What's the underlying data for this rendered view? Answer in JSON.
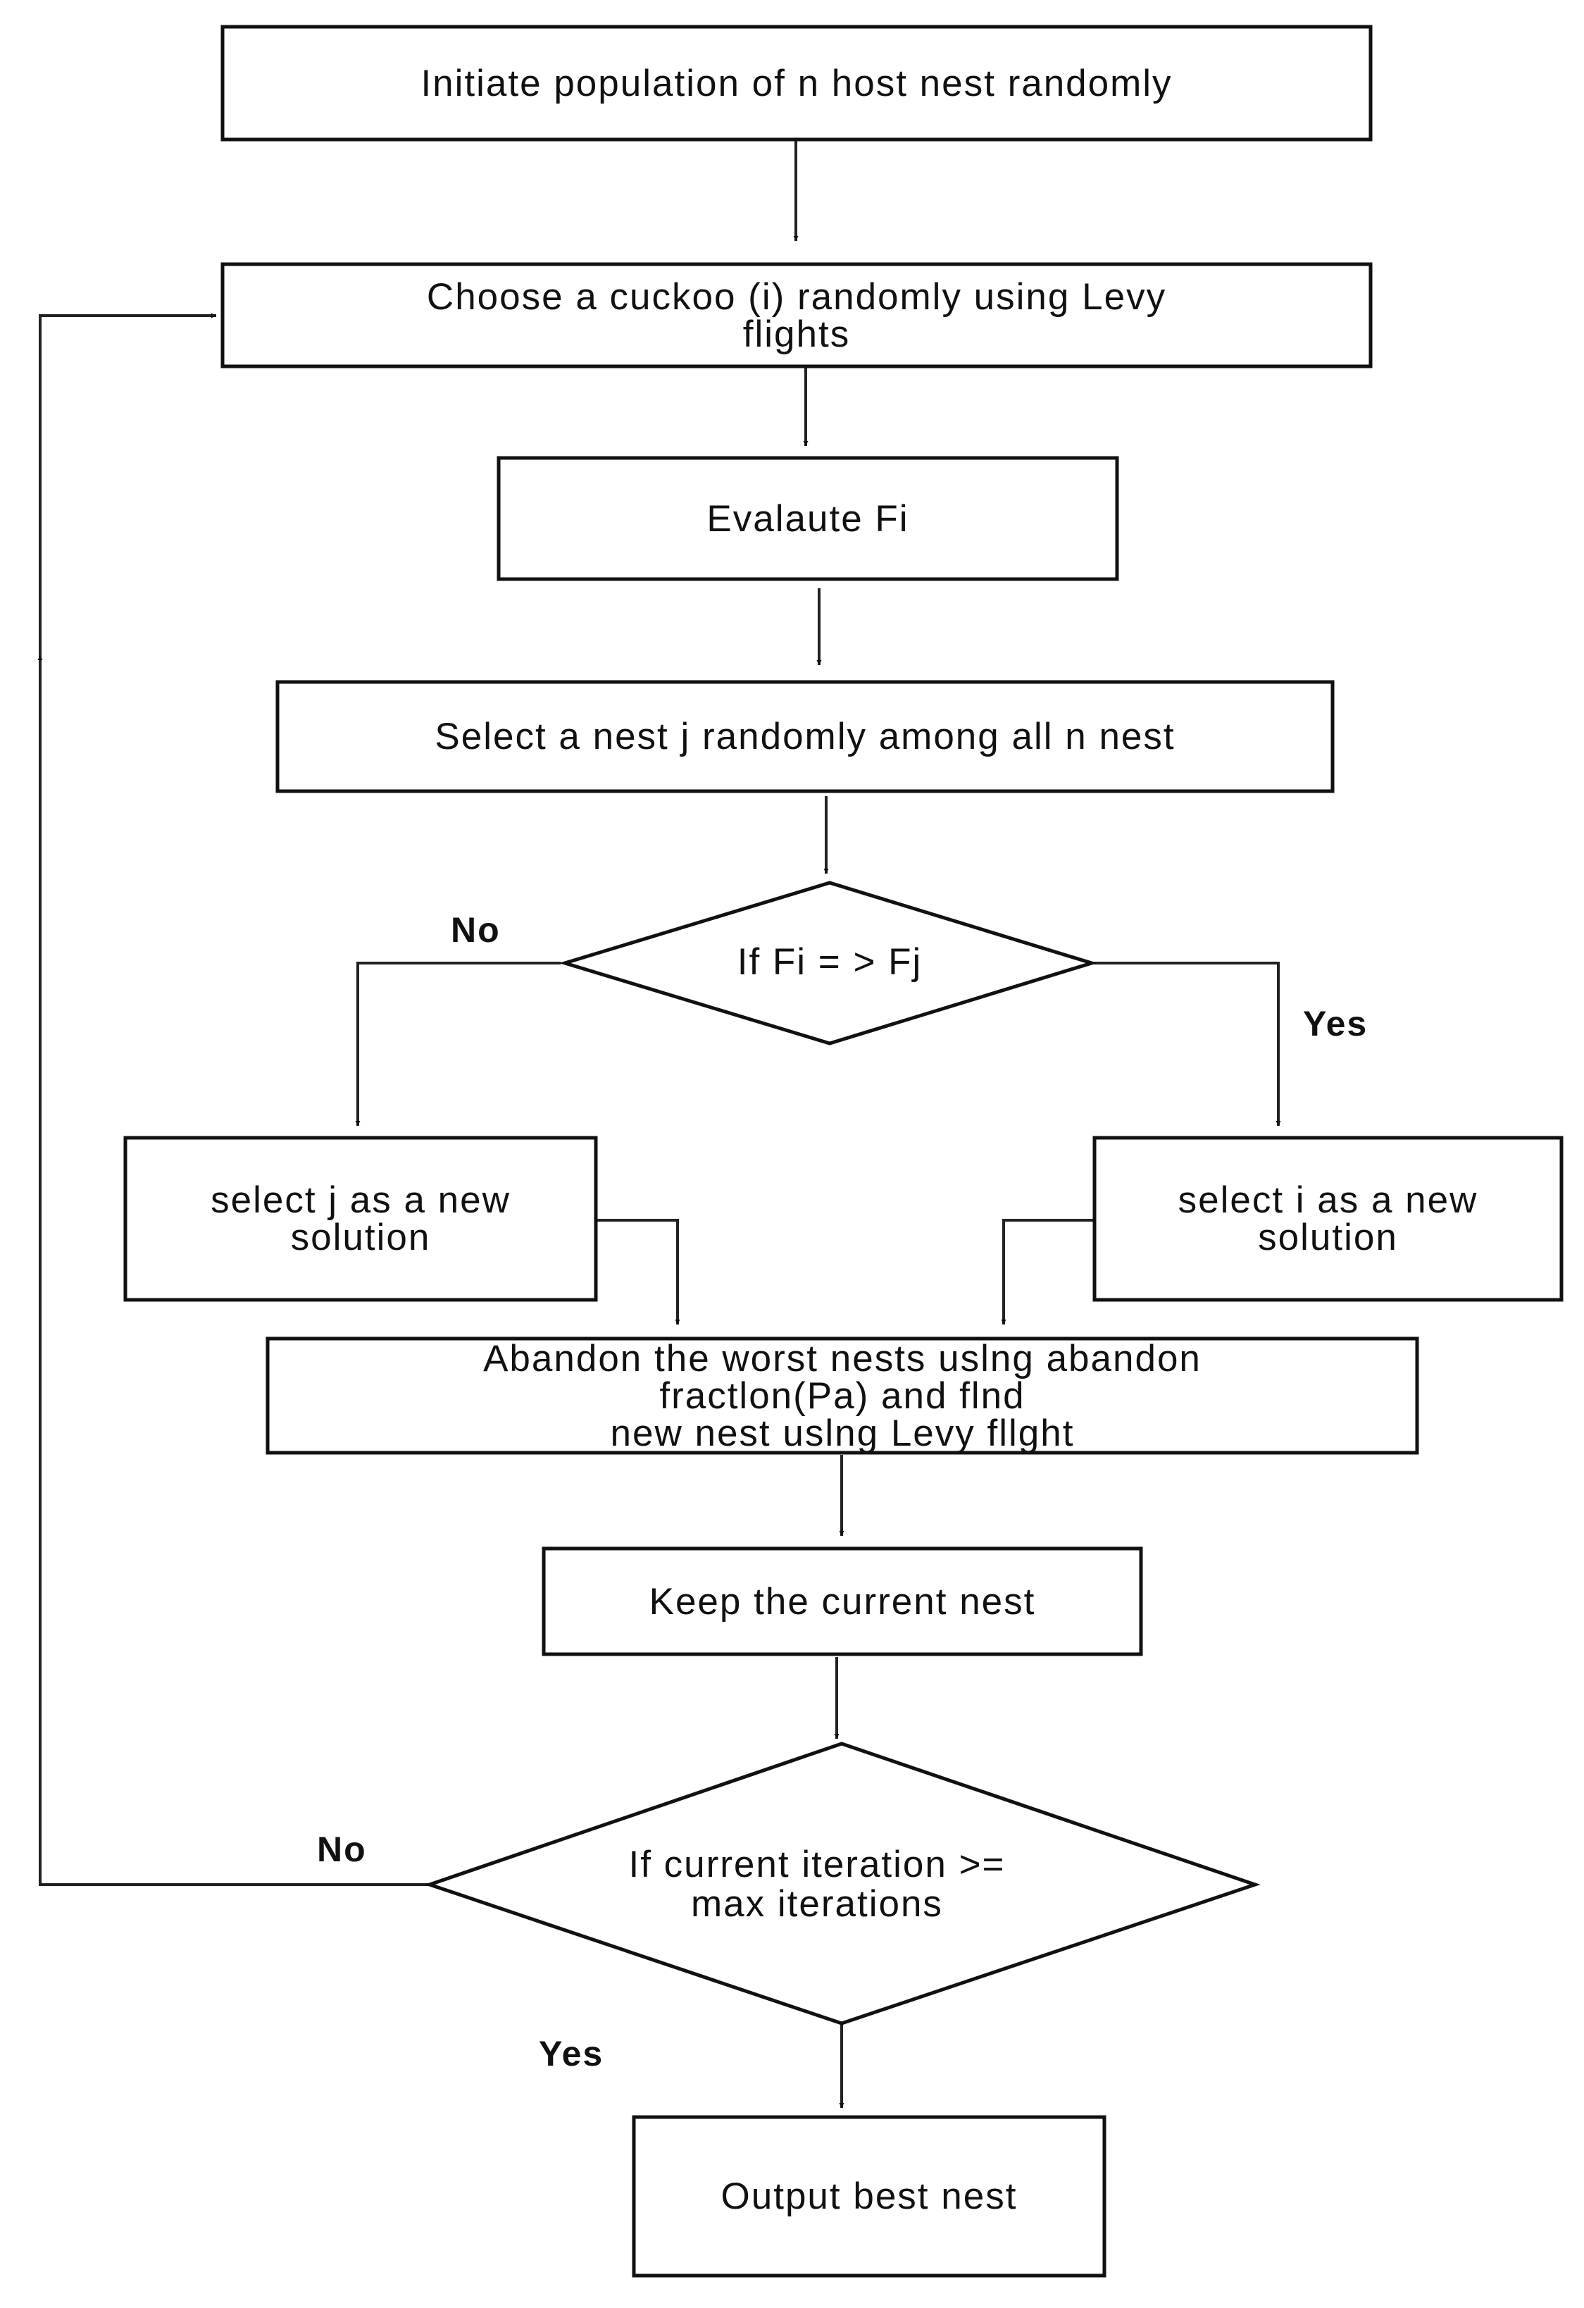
{
  "flowchart": {
    "nodes": {
      "init": "Initiate population of n host nest randomly",
      "choose": "Choose a cuckoo (i) randomly using  Levy\nflights",
      "evaluate": "Evalaute Fi",
      "select_nest": "Select a nest j randomly among all n nest",
      "compare": "If Fi = > Fj",
      "select_j": "select j as a new\nsolution",
      "select_i": "select i as a new\nsolution",
      "abandon": "Abandon the worst nests uslng abandon\nfractlon(Pa) and flnd\nnew nest uslng Levy fllght",
      "keep": "Keep the current nest",
      "check_iter": "If current iteration >=\nmax iterations",
      "output": "Output best nest"
    },
    "labels": {
      "compare_no": "No",
      "compare_yes": "Yes",
      "iter_no": "No",
      "iter_yes": "Yes"
    },
    "edges": [
      {
        "from": "init",
        "to": "choose"
      },
      {
        "from": "choose",
        "to": "evaluate"
      },
      {
        "from": "evaluate",
        "to": "select_nest"
      },
      {
        "from": "select_nest",
        "to": "compare"
      },
      {
        "from": "compare",
        "to": "select_j",
        "label": "No"
      },
      {
        "from": "compare",
        "to": "select_i",
        "label": "Yes"
      },
      {
        "from": "select_j",
        "to": "abandon"
      },
      {
        "from": "select_i",
        "to": "abandon"
      },
      {
        "from": "abandon",
        "to": "keep"
      },
      {
        "from": "keep",
        "to": "check_iter"
      },
      {
        "from": "check_iter",
        "to": "choose",
        "label": "No"
      },
      {
        "from": "check_iter",
        "to": "output",
        "label": "Yes"
      }
    ]
  }
}
